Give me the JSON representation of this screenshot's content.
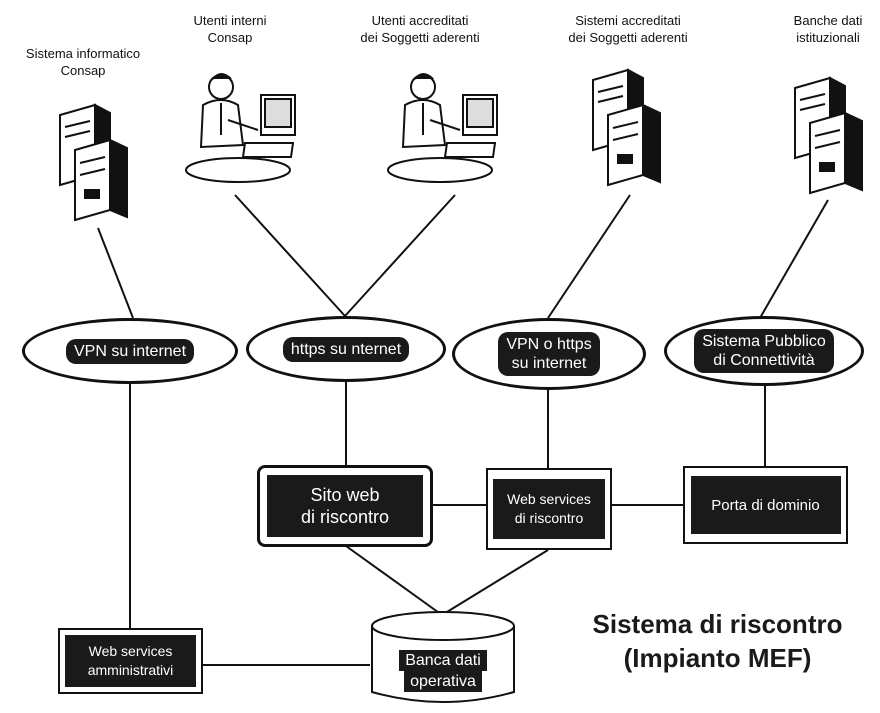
{
  "actors": [
    {
      "id": "sistema",
      "label_line1": "Sistema informatico",
      "label_line2": "Consap"
    },
    {
      "id": "utenti_interni",
      "label_line1": "Utenti interni",
      "label_line2": "Consap"
    },
    {
      "id": "utenti_accreditati",
      "label_line1": "Utenti accreditati",
      "label_line2": "dei Soggetti aderenti"
    },
    {
      "id": "sistemi_accreditati",
      "label_line1": "Sistemi accreditati",
      "label_line2": "dei Soggetti aderenti"
    },
    {
      "id": "banche_dati",
      "label_line1": "Banche dati",
      "label_line2": "istituzionali"
    }
  ],
  "networks": [
    {
      "id": "vpn",
      "line1": "VPN su internet",
      "line2": ""
    },
    {
      "id": "https",
      "line1": "https su nternet",
      "line2": ""
    },
    {
      "id": "vpn_https",
      "line1": "VPN o https",
      "line2": "su internet"
    },
    {
      "id": "spc",
      "line1": "Sistema Pubblico",
      "line2": "di Connettività"
    }
  ],
  "components": {
    "sito_web": {
      "line1": "Sito web",
      "line2": "di riscontro"
    },
    "web_services": {
      "line1": "Web services",
      "line2": "di riscontro"
    },
    "porta": {
      "line1": "Porta di dominio"
    },
    "ws_amministrativi": {
      "line1": "Web services",
      "line2": "amministrativi"
    },
    "banca_dati": {
      "line1": "Banca dati",
      "line2": "operativa"
    }
  },
  "title": {
    "line1": "Sistema di riscontro",
    "line2": "(Impianto MEF)"
  }
}
